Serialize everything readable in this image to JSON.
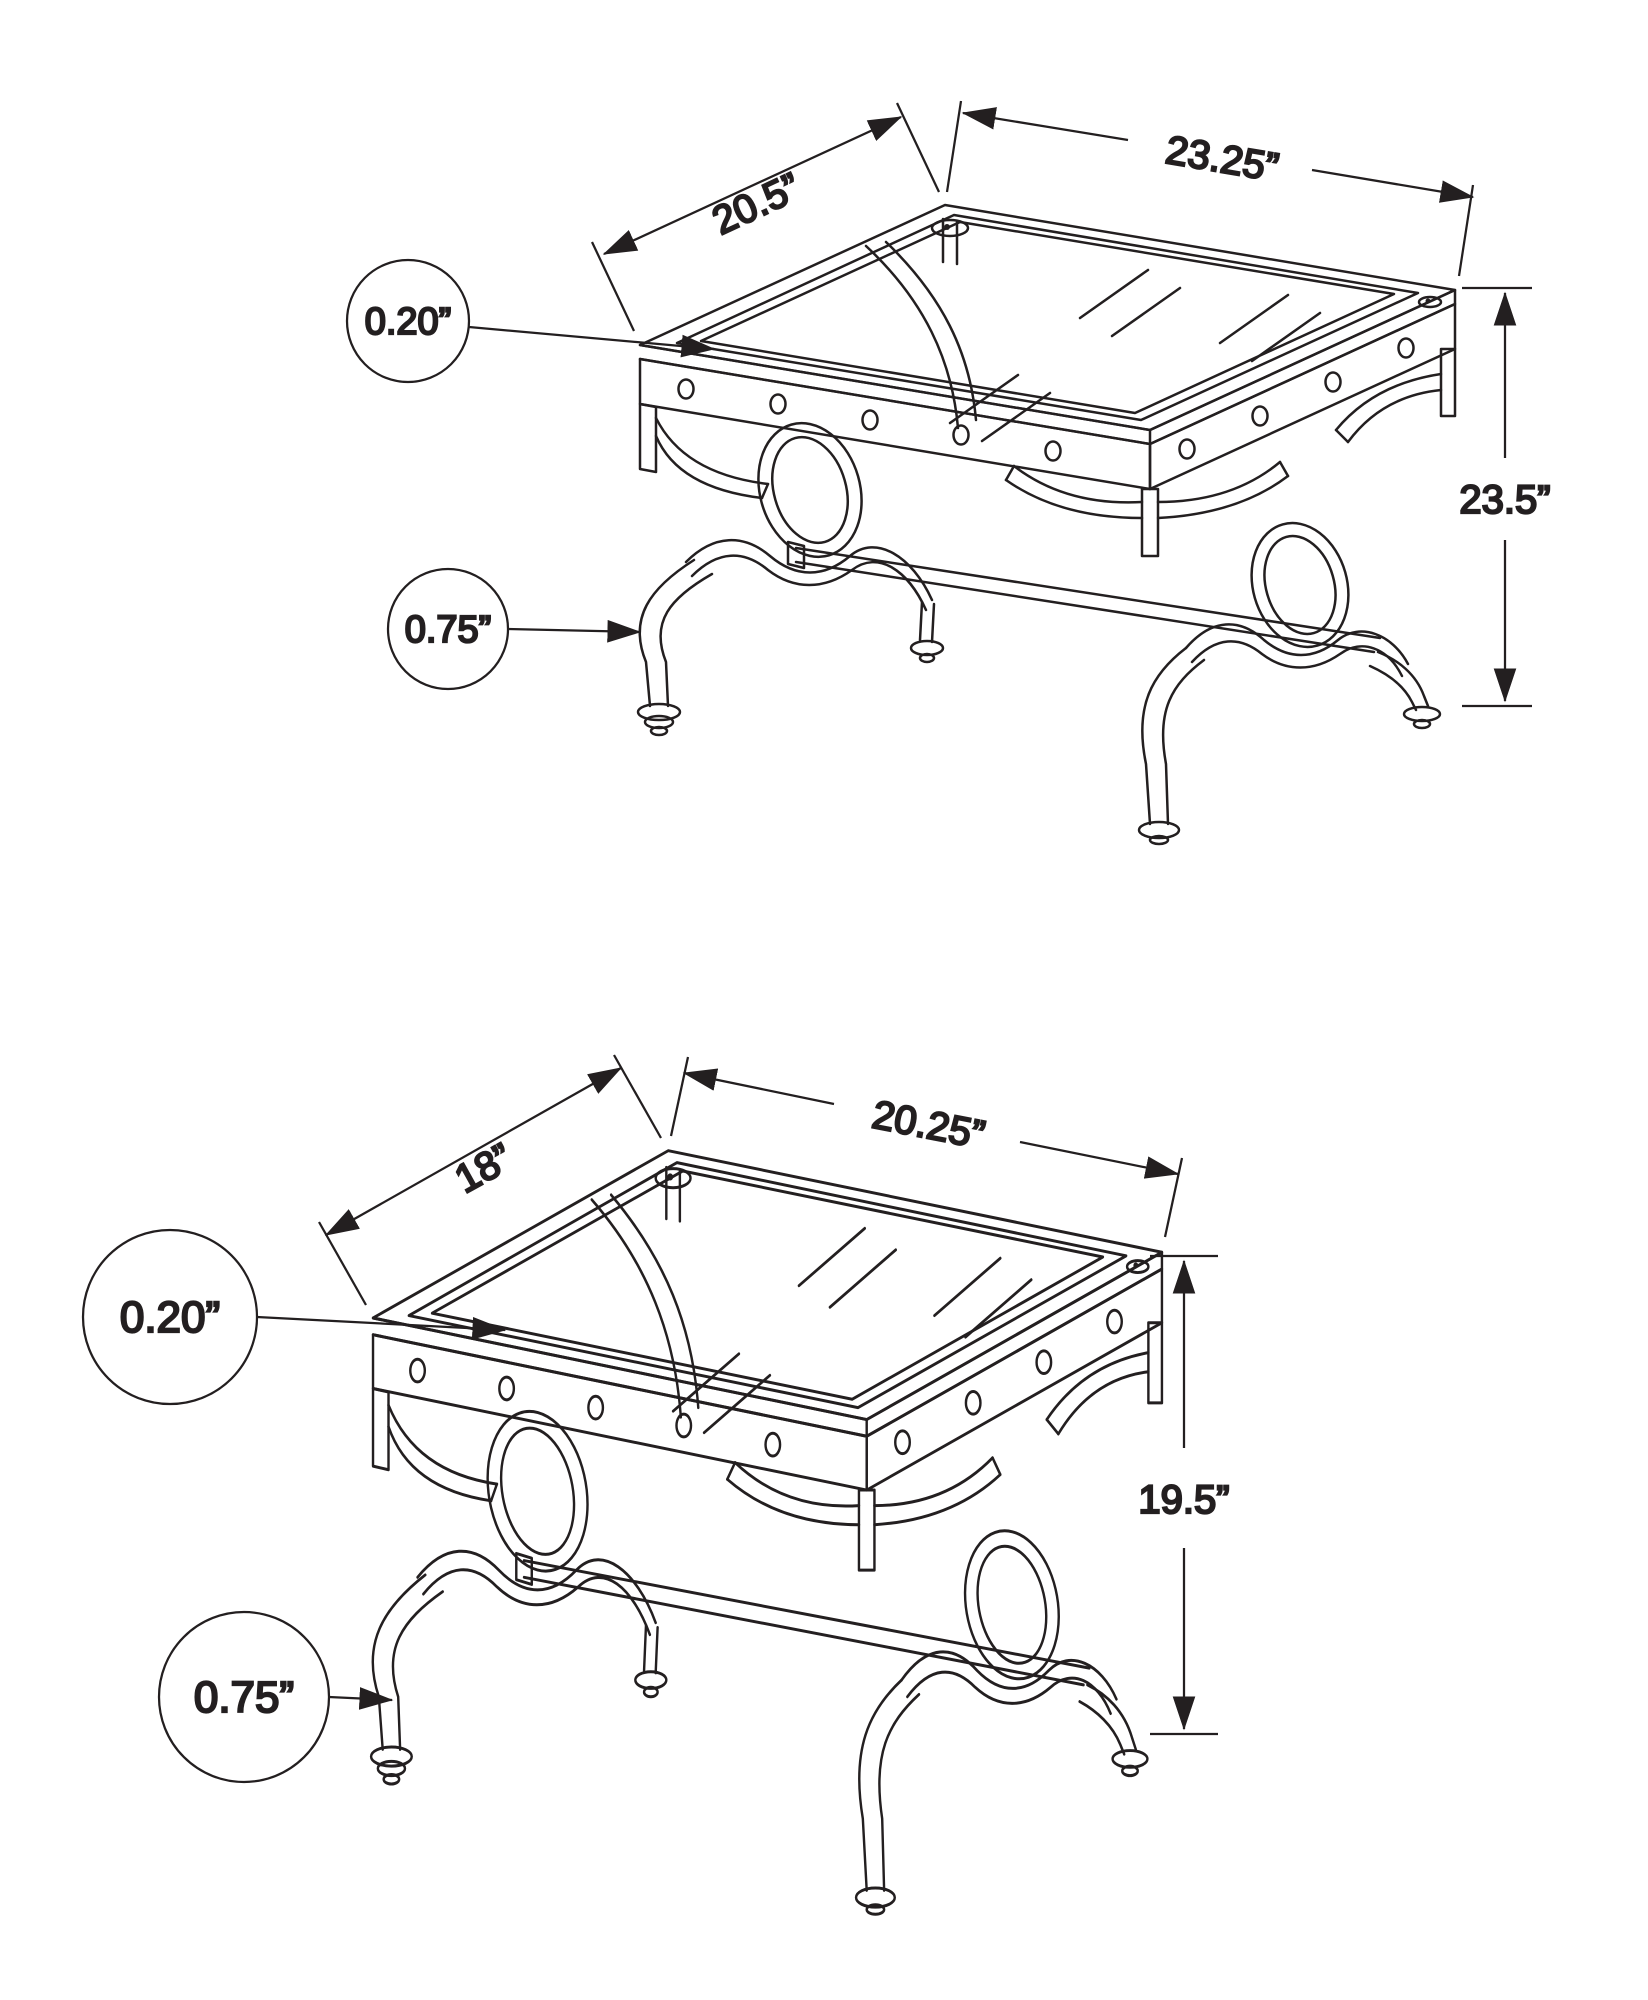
{
  "page": {
    "background": "#ffffff",
    "line_color": "#231f20",
    "description": "Two isometric line drawings of a glass-top metal end table set with dimension callouts"
  },
  "drawings": [
    {
      "name": "large-table",
      "dimensions": {
        "depth": "20.5”",
        "width": "23.25”",
        "height": "23.5”",
        "glass_thickness": "0.20”",
        "frame_thickness": "0.75”"
      }
    },
    {
      "name": "small-table",
      "dimensions": {
        "depth": "18”",
        "width": "20.25”",
        "height": "19.5”",
        "glass_thickness": "0.20”",
        "frame_thickness": "0.75”"
      }
    }
  ]
}
